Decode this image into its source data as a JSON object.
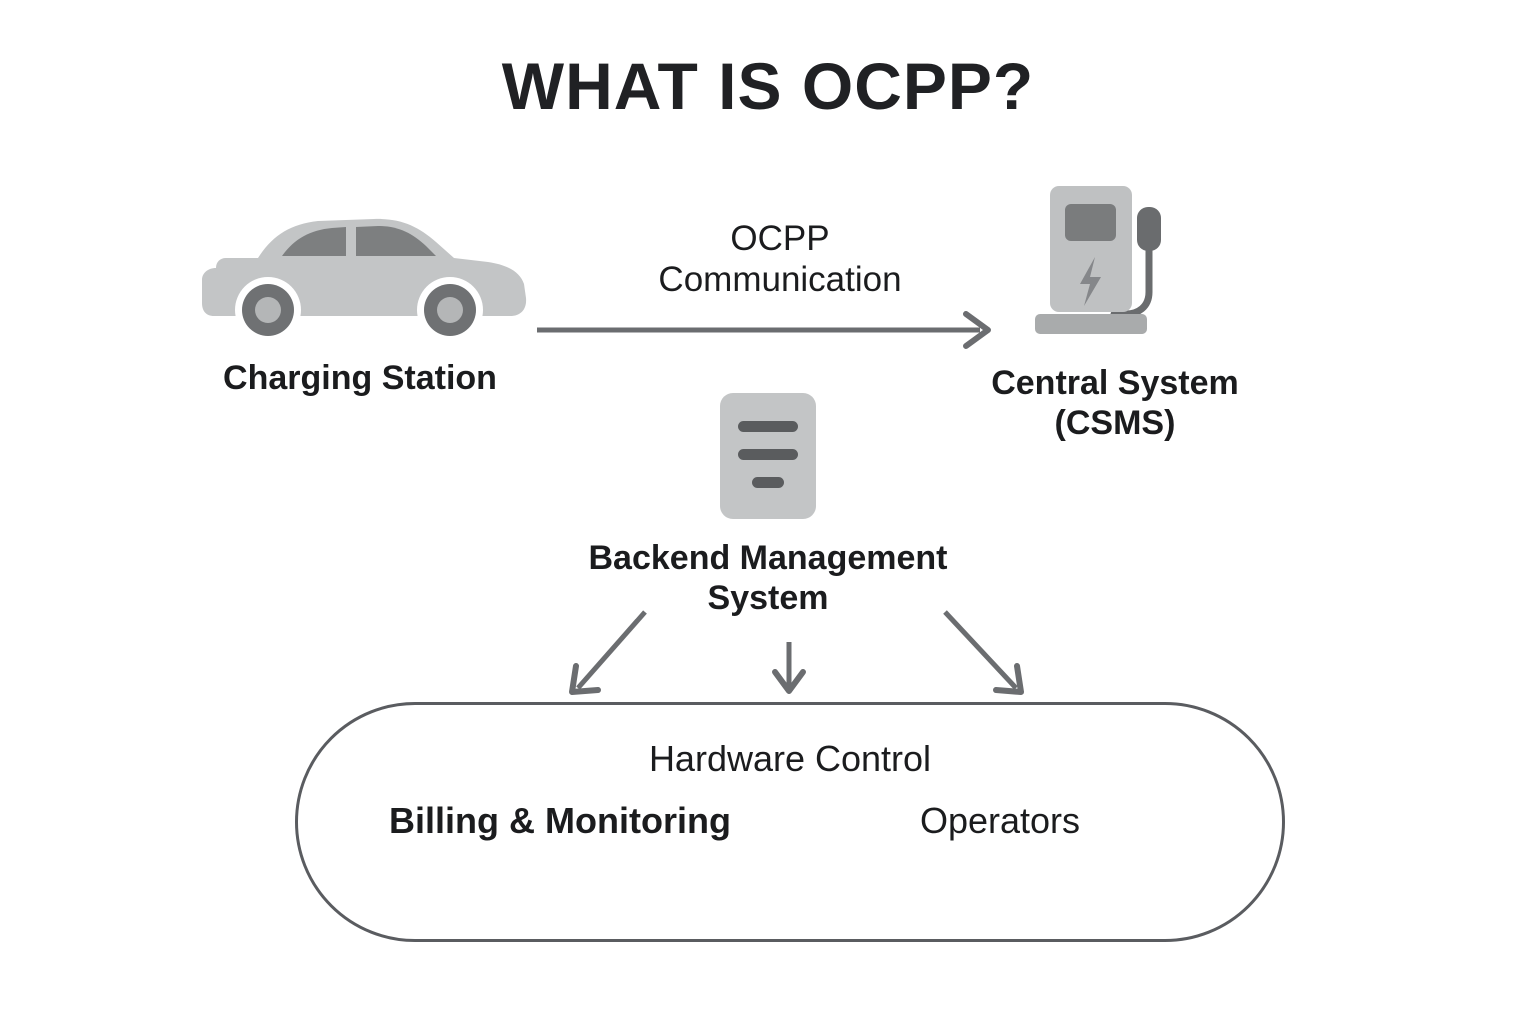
{
  "page": {
    "title": "WHAT IS OCPP?",
    "background_color": "#ffffff",
    "text_color": "#1b1c1e"
  },
  "diagram": {
    "type": "flow-diagram",
    "nodes": [
      {
        "id": "charging-station",
        "label": "Charging Station",
        "icon": "electric-car-icon",
        "icon_colors": {
          "body": "#c3c5c6",
          "window": "#7d7f80",
          "wheel": "#6f7173",
          "hub": "#b4b6b7"
        }
      },
      {
        "id": "central-system",
        "label": "Central System\n(CSMS)",
        "icon": "ev-charging-station-icon",
        "icon_colors": {
          "body": "#bfc1c2",
          "screen": "#7a7c7d",
          "bolt": "#85878a",
          "nozzle": "#6a6c6e"
        }
      },
      {
        "id": "backend-management-system",
        "label": "Backend Management\nSystem",
        "icon": "document-server-icon",
        "icon_colors": {
          "body": "#c3c5c6",
          "lines": "#5a5c5e"
        }
      }
    ],
    "edges": [
      {
        "id": "ocpp-link",
        "from": "charging-station",
        "to": "central-system",
        "label": "OCPP\nCommunication",
        "style": "arrow-right",
        "color": "#6b6d70"
      },
      {
        "id": "backend-to-billing",
        "from": "backend-management-system",
        "to": "outcomes",
        "style": "arrow-down-left",
        "color": "#6b6d70"
      },
      {
        "id": "backend-to-hardware",
        "from": "backend-management-system",
        "to": "outcomes",
        "style": "arrow-down",
        "color": "#6b6d70"
      },
      {
        "id": "backend-to-operators",
        "from": "backend-management-system",
        "to": "outcomes",
        "style": "arrow-down-right",
        "color": "#6b6d70"
      }
    ],
    "outcomes": {
      "shape": "stadium",
      "border_color": "#5a5c60",
      "items": [
        {
          "id": "hardware-control",
          "label": "Hardware Control",
          "weight": "regular"
        },
        {
          "id": "billing-monitoring",
          "label": "Billing & Monitoring",
          "weight": "bold"
        },
        {
          "id": "operators",
          "label": "Operators",
          "weight": "regular"
        }
      ]
    }
  }
}
